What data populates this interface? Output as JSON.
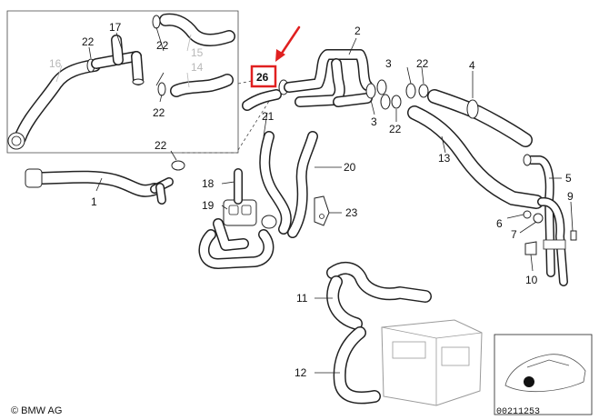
{
  "colors": {
    "line": "#222222",
    "faded": "#b8b8b8",
    "highlight": "#e02020",
    "background": "#ffffff"
  },
  "highlighted_part": "26",
  "parts": [
    {
      "id": "p1",
      "label": "1"
    },
    {
      "id": "p2",
      "label": "2"
    },
    {
      "id": "p3a",
      "label": "3"
    },
    {
      "id": "p3b",
      "label": "3"
    },
    {
      "id": "p4",
      "label": "4"
    },
    {
      "id": "p5",
      "label": "5"
    },
    {
      "id": "p6",
      "label": "6"
    },
    {
      "id": "p7",
      "label": "7"
    },
    {
      "id": "p9",
      "label": "9"
    },
    {
      "id": "p10",
      "label": "10"
    },
    {
      "id": "p11",
      "label": "11"
    },
    {
      "id": "p12",
      "label": "12"
    },
    {
      "id": "p13",
      "label": "13"
    },
    {
      "id": "p14",
      "label": "14"
    },
    {
      "id": "p15",
      "label": "15"
    },
    {
      "id": "p16",
      "label": "16"
    },
    {
      "id": "p17",
      "label": "17"
    },
    {
      "id": "p18",
      "label": "18"
    },
    {
      "id": "p19",
      "label": "19"
    },
    {
      "id": "p20",
      "label": "20"
    },
    {
      "id": "p21",
      "label": "21"
    },
    {
      "id": "p22a",
      "label": "22"
    },
    {
      "id": "p22b",
      "label": "22"
    },
    {
      "id": "p22c",
      "label": "22"
    },
    {
      "id": "p22d",
      "label": "22"
    },
    {
      "id": "p22e",
      "label": "22"
    },
    {
      "id": "p22f",
      "label": "22"
    },
    {
      "id": "p23",
      "label": "23"
    },
    {
      "id": "p26",
      "label": "26"
    }
  ],
  "footer": {
    "copyright": "© BMW AG",
    "figure_id": "00211253"
  }
}
